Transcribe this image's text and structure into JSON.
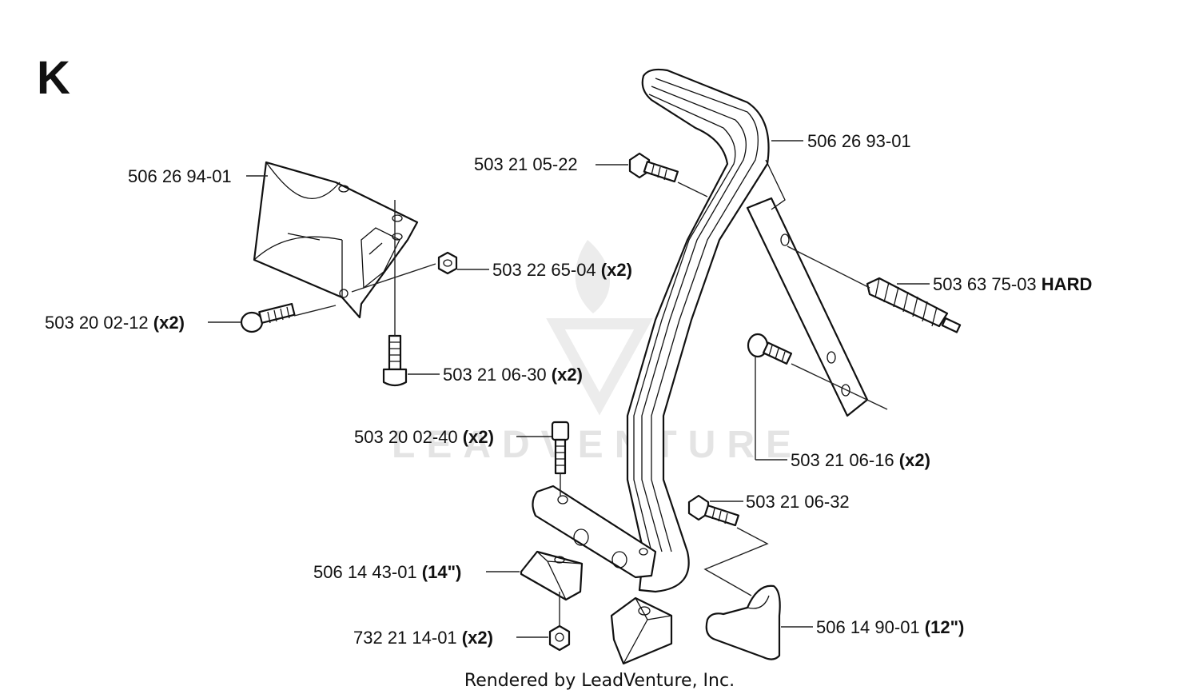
{
  "section_letter": "K",
  "footer": "Rendered by LeadVenture, Inc.",
  "watermark": "LEADVENTURE",
  "callouts": [
    {
      "id": "p1",
      "number": "506 26 94-01",
      "note": ""
    },
    {
      "id": "p2",
      "number": "503 22 65-04",
      "note": "(x2)"
    },
    {
      "id": "p3",
      "number": "503 20 02-12",
      "note": "(x2)"
    },
    {
      "id": "p4",
      "number": "503 21 06-30",
      "note": "(x2)"
    },
    {
      "id": "p5",
      "number": "503 21 05-22",
      "note": ""
    },
    {
      "id": "p6",
      "number": "506 26 93-01",
      "note": ""
    },
    {
      "id": "p7",
      "number": "503 63 75-03",
      "note": "HARD"
    },
    {
      "id": "p8",
      "number": "503 21 06-16",
      "note": "(x2)"
    },
    {
      "id": "p9",
      "number": "503 20 02-40",
      "note": "(x2)"
    },
    {
      "id": "p10",
      "number": "503 21 06-32",
      "note": ""
    },
    {
      "id": "p11",
      "number": "506 14 43-01",
      "note": "(14\")"
    },
    {
      "id": "p12",
      "number": "506 14 90-01",
      "note": "(12\")"
    },
    {
      "id": "p13",
      "number": "732 21 14-01",
      "note": "(x2)"
    }
  ]
}
